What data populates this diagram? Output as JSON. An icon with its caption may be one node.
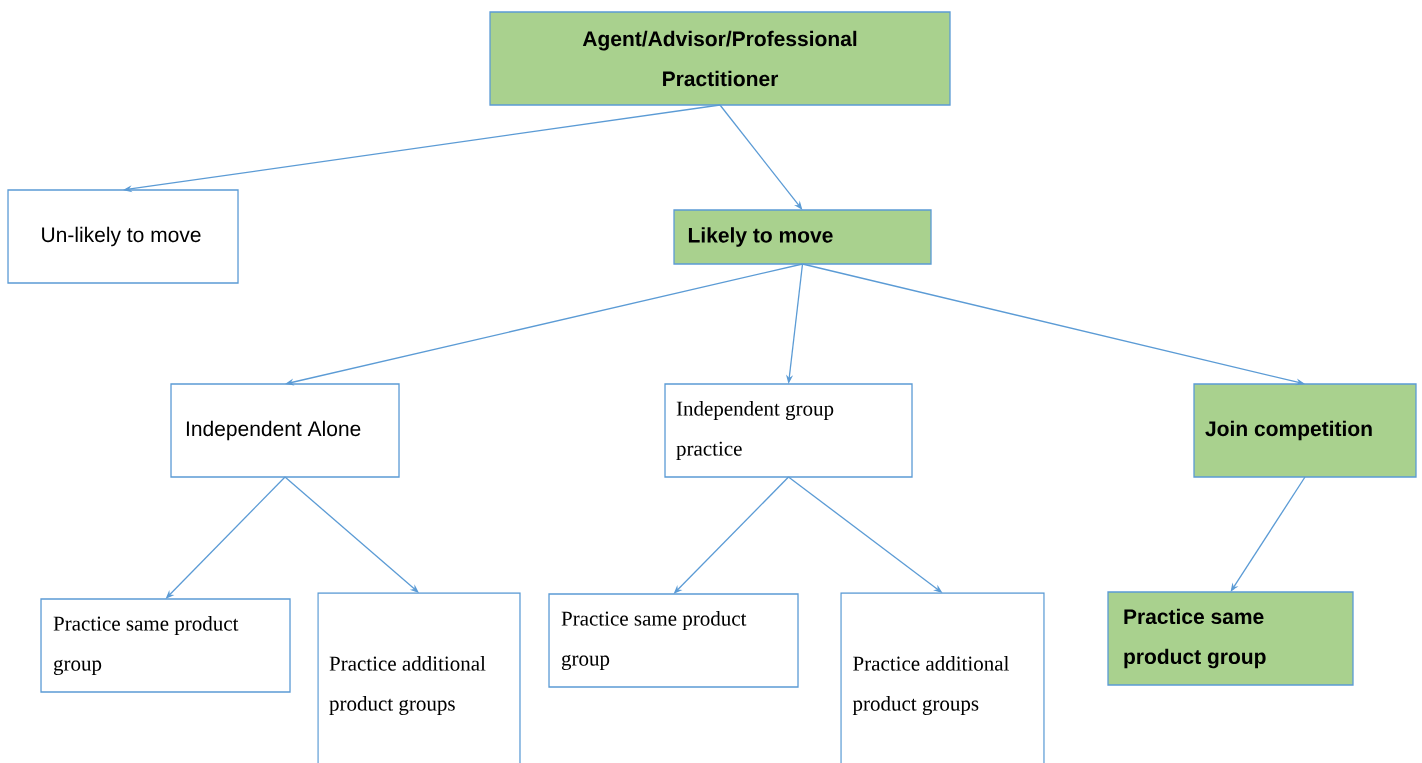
{
  "diagram": {
    "nodes": [
      {
        "text": [
          "Agent/Advisor/Professional Practitioner"
        ]
      },
      {
        "text": [
          "Un-likely to move"
        ]
      },
      {
        "text": [
          "Likely to move"
        ]
      },
      {
        "text": [
          "Independent Alone"
        ]
      },
      {
        "text": [
          "Independent group practice"
        ]
      },
      {
        "text": [
          "Join competition"
        ]
      },
      {
        "text": [
          "Practice same product group"
        ]
      },
      {
        "text": [
          "Practice additional product groups"
        ]
      },
      {
        "text": [
          "Practice same product group"
        ]
      },
      {
        "text": [
          "Practice additional product groups"
        ]
      },
      {
        "text": [
          "Practice same product group"
        ]
      }
    ],
    "edges": [
      {
        "from": 0,
        "to": 1,
        "arrow": "to"
      },
      {
        "from": 0,
        "to": 2,
        "arrow": "to"
      },
      {
        "from": 2,
        "to": 3,
        "arrow": "to"
      },
      {
        "from": 2,
        "to": 4,
        "arrow": "to"
      },
      {
        "from": 2,
        "to": 5,
        "arrow": "to"
      },
      {
        "from": 3,
        "to": 6,
        "arrow": "to"
      },
      {
        "from": 3,
        "to": 7,
        "arrow": "to"
      },
      {
        "from": 4,
        "to": 8,
        "arrow": "to"
      },
      {
        "from": 4,
        "to": 9,
        "arrow": "to"
      },
      {
        "from": 5,
        "to": 10,
        "arrow": "to"
      }
    ]
  }
}
